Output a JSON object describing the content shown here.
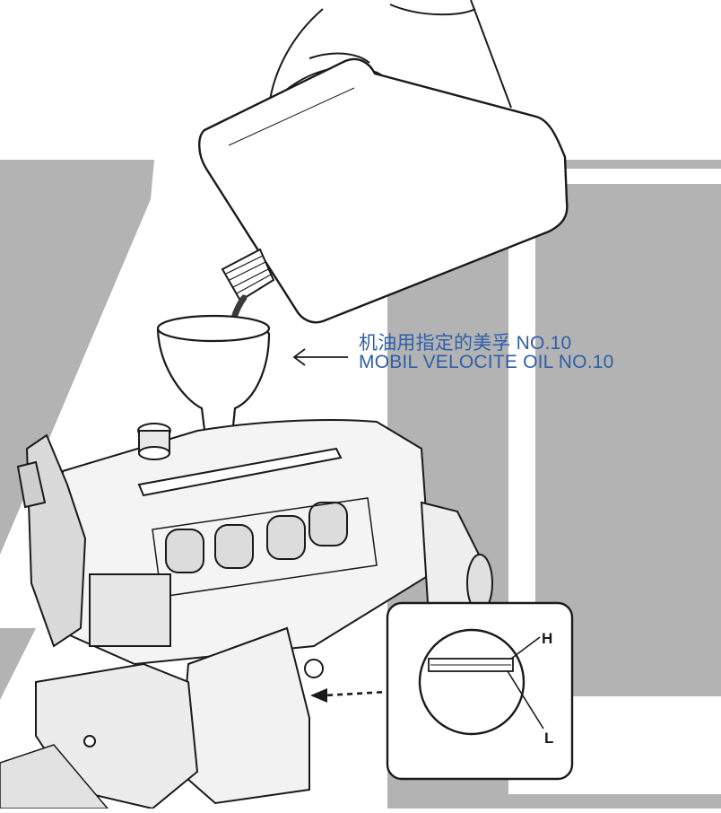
{
  "watermark": {
    "color": "#b3b3b3",
    "letters": "AD"
  },
  "oil_label": {
    "chinese": "机油用指定的美孚 NO.10",
    "english": "MOBIL VELOCITE OIL  NO.10",
    "color": "#2f5fa8"
  },
  "level_gauge": {
    "high_mark": "H",
    "low_mark": "L"
  },
  "icons": [
    "hand-icon",
    "oil-bottle-icon",
    "oil-cup-icon",
    "sewing-machine-icon",
    "pointer-arrow-icon",
    "gauge-window-icon"
  ]
}
